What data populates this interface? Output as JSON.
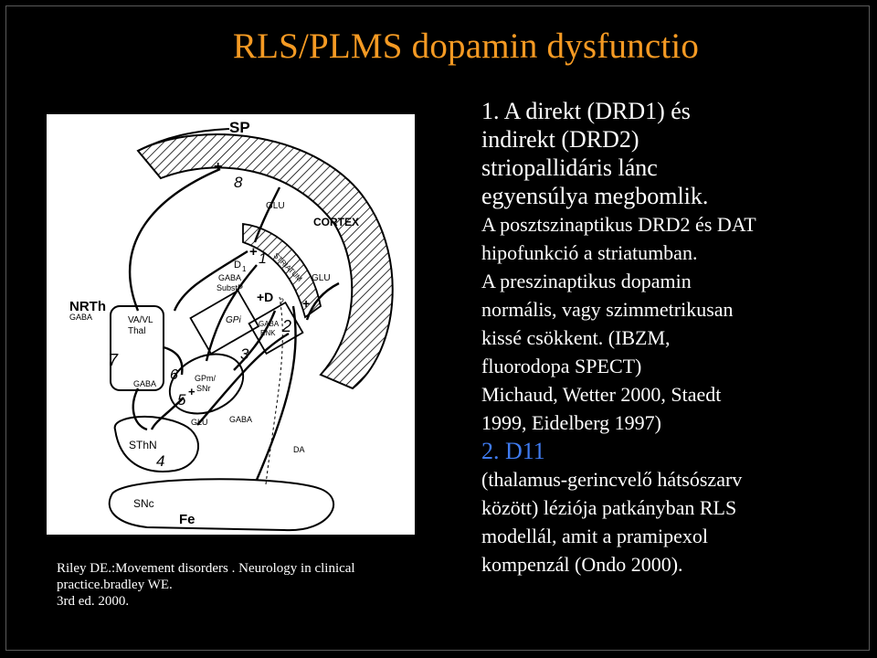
{
  "title": "RLS/PLMS dopamin dysfunctio",
  "colors": {
    "background": "#000000",
    "title": "#F59A23",
    "accent_blue": "#3f7bf0",
    "text": "#ffffff"
  },
  "figure": {
    "labels": {
      "sp": "SP",
      "plus8": "+",
      "n8": "8",
      "cortex": "CORTEX",
      "glu_top": "GLU",
      "glu_right": "GLU",
      "striatum": "STRIATUM",
      "plus1": "+",
      "n1": "1",
      "d1": "D",
      "d1_sub": "1",
      "plus_d2": "+D",
      "d2_sub": "2",
      "gaba_substp": "GABA",
      "substp": "SubstP",
      "gpi": "GPi",
      "gaba_enk": "GABA",
      "enk": "ENK",
      "n2": "2",
      "n3": "3",
      "plus_right": "+",
      "nrth": "NRTh",
      "nrth_gaba": "GABA",
      "vavl": "VA/VL",
      "thal": "Thal",
      "n7": "7",
      "gaba_mid": "GABA",
      "n6": "6",
      "gpm": "GPm/",
      "snr": "SNr",
      "n5": "5",
      "plus5": "+",
      "glu_sthn": "GLU",
      "gaba_low": "GABA",
      "sthn": "SThN",
      "n4": "4",
      "da": "DA",
      "snc": "SNc",
      "fe": "Fe"
    }
  },
  "citation": {
    "line1": "Riley DE.:Movement disorders . Neurology in clinical",
    "line2": "practice.bradley WE.",
    "line3": "3rd ed. 2000."
  },
  "text_lines": [
    {
      "text": "1. A direkt (DRD1) és",
      "style": "big"
    },
    {
      "text": "indirekt (DRD2)",
      "style": "big"
    },
    {
      "text": "striopallidáris lánc",
      "style": "big"
    },
    {
      "text": "egyensúlya megbomlik.",
      "style": "big"
    },
    {
      "text": "A posztszinaptikus DRD2 és DAT",
      "style": "med"
    },
    {
      "text": "hipofunkció a striatumban.",
      "style": "med"
    },
    {
      "text": "A preszinaptikus dopamin",
      "style": "med"
    },
    {
      "text": "normális, vagy szimmetrikusan",
      "style": "med"
    },
    {
      "text": "kissé csökkent. (IBZM,",
      "style": "med"
    },
    {
      "text": "fluorodopa SPECT)",
      "style": "med"
    },
    {
      "text": " Michaud, Wetter 2000, Staedt",
      "style": "med"
    },
    {
      "text": "1999,  Eidelberg 1997)",
      "style": "med"
    },
    {
      "text": "2. D11",
      "style": "blue"
    },
    {
      "text": "(thalamus-gerincvelő hátsószarv",
      "style": "med"
    },
    {
      "text": "között) léziója patkányban RLS",
      "style": "med"
    },
    {
      "text": "modellál, amit a pramipexol",
      "style": "med"
    },
    {
      "text": "kompenzál (Ondo 2000).",
      "style": "med"
    }
  ]
}
